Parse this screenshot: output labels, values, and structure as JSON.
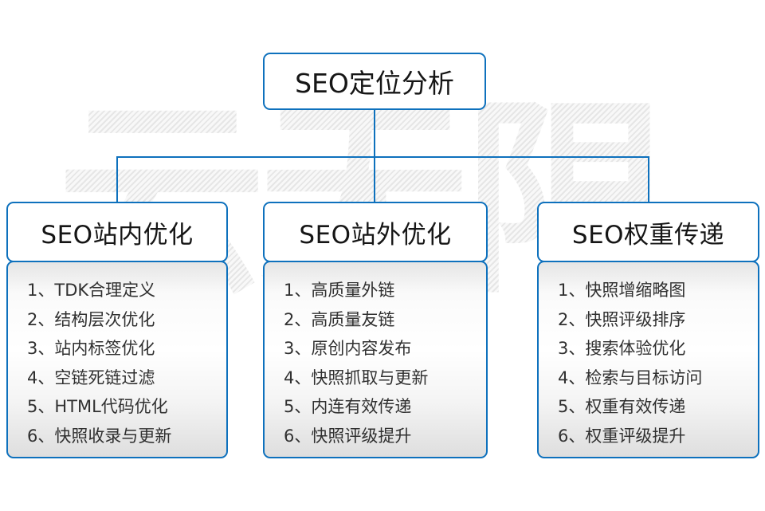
{
  "diagram": {
    "root": {
      "label": "SEO定位分析"
    },
    "branches": [
      {
        "label": "SEO站内优化",
        "items": [
          "1、TDK合理定义",
          "2、结构层次优化",
          "3、站内标签优化",
          "4、空链死链过滤",
          "5、HTML代码优化",
          "6、快照收录与更新"
        ]
      },
      {
        "label": "SEO站外优化",
        "items": [
          "1、高质量外链",
          "2、高质量友链",
          "3、原创内容发布",
          "4、快照抓取与更新",
          "5、内连有效传递",
          "6、快照评级提升"
        ]
      },
      {
        "label": "SEO权重传递",
        "items": [
          "1、快照增缩略图",
          "2、快照评级排序",
          "3、搜索体验优化",
          "4、检索与目标访问",
          "5、权重有效传递",
          "6、权重评级提升"
        ]
      }
    ],
    "watermark": "云无限",
    "colors": {
      "line": "#0e71bd",
      "heading_text": "#161616",
      "item_text": "#303030"
    }
  }
}
